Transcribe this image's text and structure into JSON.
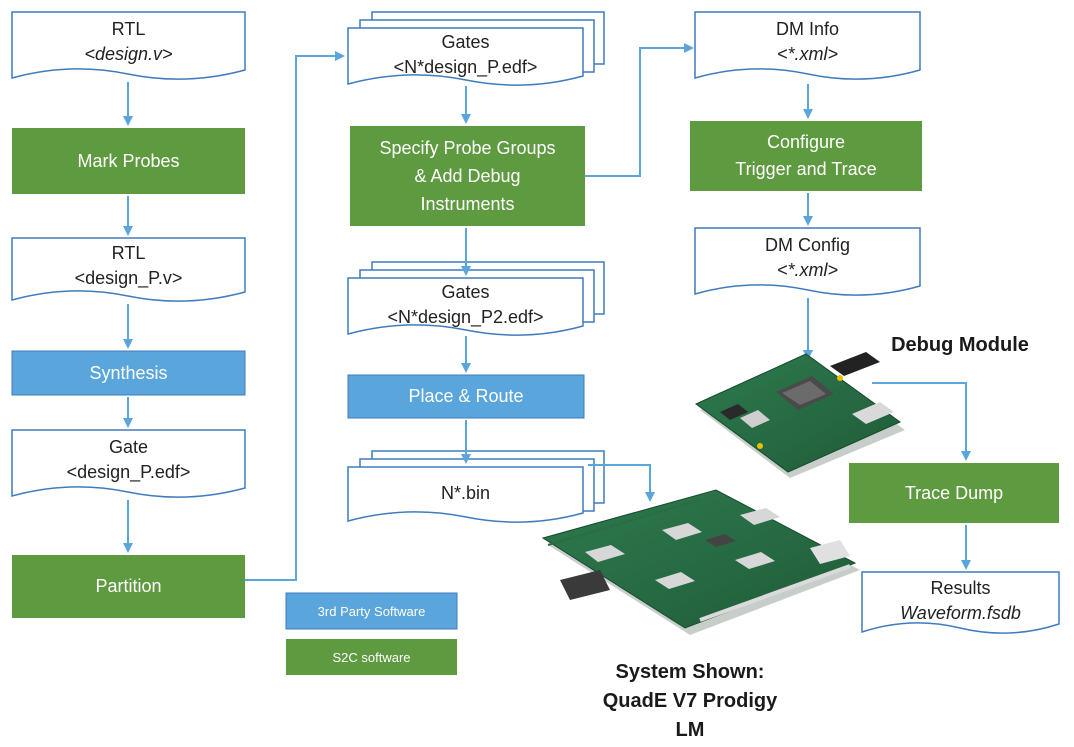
{
  "colors": {
    "software_green": "#5e9a3f",
    "third_party_blue": "#5aa6dc",
    "arrow_blue": "#5aa6dc",
    "doc_border": "#3e7cbf"
  },
  "left": {
    "rtl_doc": {
      "line1": "RTL",
      "line2": "<design.v>"
    },
    "mark_probes": "Mark Probes",
    "rtl_p_doc": {
      "line1": "RTL",
      "line2": "<design_P.v>"
    },
    "synthesis": "Synthesis",
    "gate_doc": {
      "line1": "Gate",
      "line2": "<design_P.edf>"
    },
    "partition": "Partition"
  },
  "middle": {
    "gates_doc": {
      "line1": "Gates",
      "line2": "<N*design_P.edf>"
    },
    "specify_probe": {
      "line1": "Specify Probe Groups",
      "line2": "& Add Debug",
      "line3": "Instruments"
    },
    "gates_p2_doc": {
      "line1": "Gates",
      "line2": "<N*design_P2.edf>"
    },
    "place_route": "Place & Route",
    "bin_doc": {
      "line1": "N*.bin"
    }
  },
  "right": {
    "dm_info_doc": {
      "line1": "DM Info",
      "line2": "<*.xml>"
    },
    "configure": {
      "line1": "Configure",
      "line2": "Trigger and Trace"
    },
    "dm_config_doc": {
      "line1": "DM Config",
      "line2": "<*.xml>"
    },
    "debug_module_title": "Debug Module",
    "trace_dump": "Trace Dump",
    "results_doc": {
      "line1": "Results",
      "line2": "Waveform.fsdb"
    }
  },
  "legend": {
    "third_party": "3rd Party Software",
    "s2c": "S2C software"
  },
  "system_shown": {
    "line1": "System Shown:",
    "line2": "QuadE V7 Prodigy",
    "line3": "LM"
  }
}
